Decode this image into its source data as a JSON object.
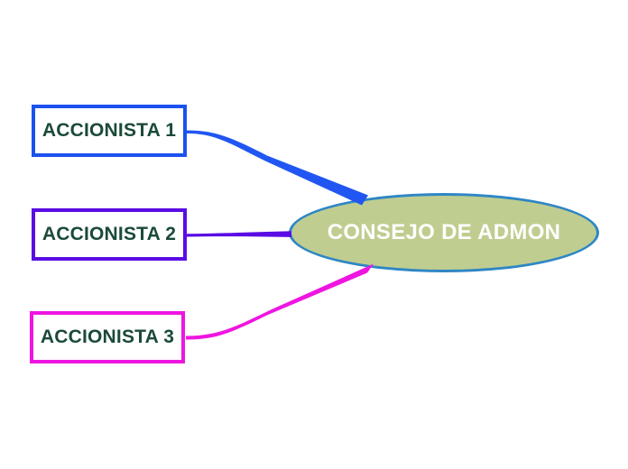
{
  "diagram": {
    "background_color": "#ffffff",
    "center": {
      "label": "CONSEJO DE ADMON",
      "fill_color": "#bfcd90",
      "border_color": "#2e86c5",
      "text_color": "#ffffff"
    },
    "nodes": [
      {
        "label": "ACCIONISTA 1",
        "border_color": "#1b52ee",
        "text_color": "#1b4a38"
      },
      {
        "label": "ACCIONISTA 2",
        "border_color": "#5a0ce4",
        "text_color": "#1b4a38"
      },
      {
        "label": "ACCIONISTA 3",
        "border_color": "#ef15e1",
        "text_color": "#1b4a38"
      }
    ],
    "connectors": [
      {
        "from": "ACCIONISTA 1",
        "to": "CONSEJO DE ADMON",
        "color": "#2156f2"
      },
      {
        "from": "ACCIONISTA 2",
        "to": "CONSEJO DE ADMON",
        "color": "#5a0ce4"
      },
      {
        "from": "ACCIONISTA 3",
        "to": "CONSEJO DE ADMON",
        "color": "#ef15e1"
      }
    ]
  }
}
